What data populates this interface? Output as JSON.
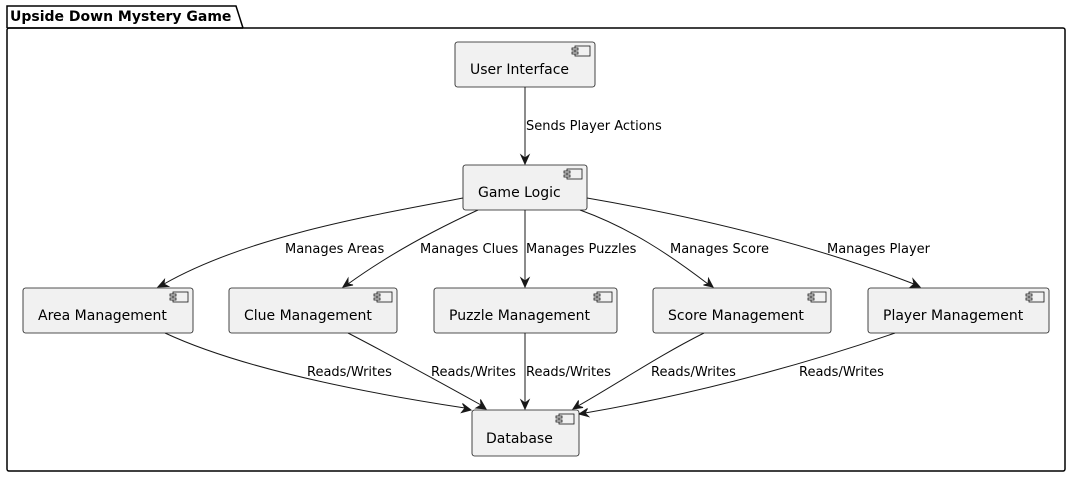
{
  "package": {
    "title": "Upside Down Mystery Game"
  },
  "components": {
    "ui": {
      "label": "User Interface"
    },
    "logic": {
      "label": "Game Logic"
    },
    "area": {
      "label": "Area Management"
    },
    "clue": {
      "label": "Clue Management"
    },
    "puzzle": {
      "label": "Puzzle Management"
    },
    "score": {
      "label": "Score Management"
    },
    "player": {
      "label": "Player Management"
    },
    "db": {
      "label": "Database"
    }
  },
  "edges": {
    "ui_logic": {
      "from": "User Interface",
      "to": "Game Logic",
      "label": "Sends Player Actions"
    },
    "logic_area": {
      "from": "Game Logic",
      "to": "Area Management",
      "label": "Manages Areas"
    },
    "logic_clue": {
      "from": "Game Logic",
      "to": "Clue Management",
      "label": "Manages Clues"
    },
    "logic_puzzle": {
      "from": "Game Logic",
      "to": "Puzzle Management",
      "label": "Manages Puzzles"
    },
    "logic_score": {
      "from": "Game Logic",
      "to": "Score Management",
      "label": "Manages Score"
    },
    "logic_player": {
      "from": "Game Logic",
      "to": "Player Management",
      "label": "Manages Player"
    },
    "area_db": {
      "from": "Area Management",
      "to": "Database",
      "label": "Reads/Writes"
    },
    "clue_db": {
      "from": "Clue Management",
      "to": "Database",
      "label": "Reads/Writes"
    },
    "puzzle_db": {
      "from": "Puzzle Management",
      "to": "Database",
      "label": "Reads/Writes"
    },
    "score_db": {
      "from": "Score Management",
      "to": "Database",
      "label": "Reads/Writes"
    },
    "player_db": {
      "from": "Player Management",
      "to": "Database",
      "label": "Reads/Writes"
    }
  }
}
